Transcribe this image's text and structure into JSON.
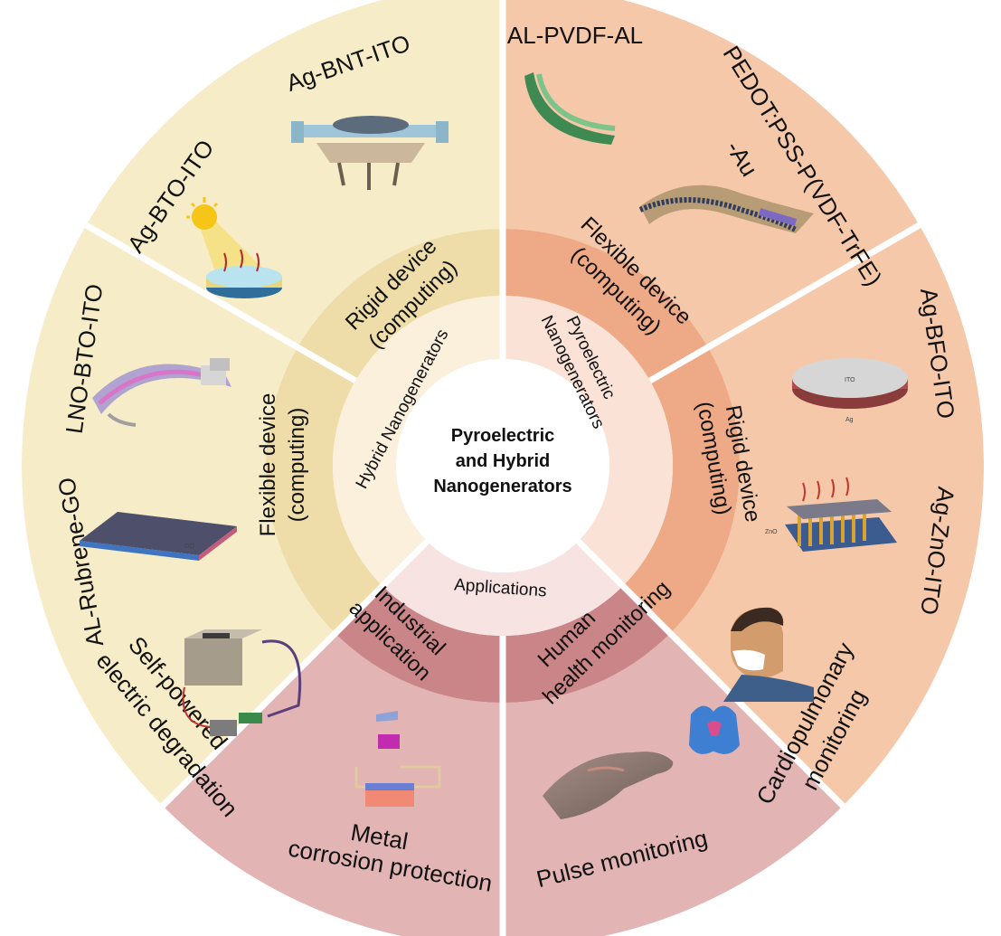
{
  "center": {
    "line1": "Pyroelectric",
    "line2": "and Hybrid",
    "line3": "Nanogenerators"
  },
  "inner_ring": {
    "hybrid": "Hybrid Nanogenerators",
    "pyro_line1": "Pyroelectric",
    "pyro_line2": "Nanogenerators",
    "applications": "Applications"
  },
  "middle_ring": {
    "rigid_left_1": "Rigid device",
    "rigid_left_2": "(computing)",
    "flex_left_1": "Flexible device",
    "flex_left_2": "(computing)",
    "flex_right_1": "Flexible device",
    "flex_right_2": "(computing)",
    "rigid_right_1": "Rigid device",
    "rigid_right_2": "(computing)",
    "industrial_1": "Industrial",
    "industrial_2": "application",
    "human_1": "Human",
    "human_2": "health monitoring"
  },
  "outer_ring": {
    "ag_bnt_ito": "Ag-BNT-ITO",
    "ag_bto_ito": "Ag-BTO-ITO",
    "lno_bto_ito": "LNO-BTO-ITO",
    "al_rubrene_go": "AL-Rubrene-GO",
    "al_pvdf_al": "AL-PVDF-AL",
    "pedot_1": "PEDOT:PSS-P(VDF-TrFE)",
    "pedot_2": "-Au",
    "ag_bfo_ito": "Ag-BFO-ITO",
    "ag_zno_ito": "Ag-ZnO-ITO",
    "self_powered_1": "Self-powered",
    "self_powered_2": "electric degradation",
    "metal_1": "Metal",
    "metal_2": "corrosion protection",
    "pulse": "Pulse monitoring",
    "cardio_1": "Cardiopulmonary",
    "cardio_2": "monitoring"
  },
  "illustration_labels": {
    "ito": "ITO",
    "ag": "Ag",
    "zno": "ZnO",
    "go": "GO"
  },
  "colors": {
    "hybrid_outer": "#f7ecc8",
    "hybrid_mid": "#eedda9",
    "hybrid_inner": "#faf0dc",
    "pyro_outer": "#f5c8aa",
    "pyro_mid": "#eeaa86",
    "pyro_inner": "#fbe2d6",
    "app_outer": "#e2b4b4",
    "app_mid": "#c98587",
    "app_inner": "#f7e4e2"
  }
}
